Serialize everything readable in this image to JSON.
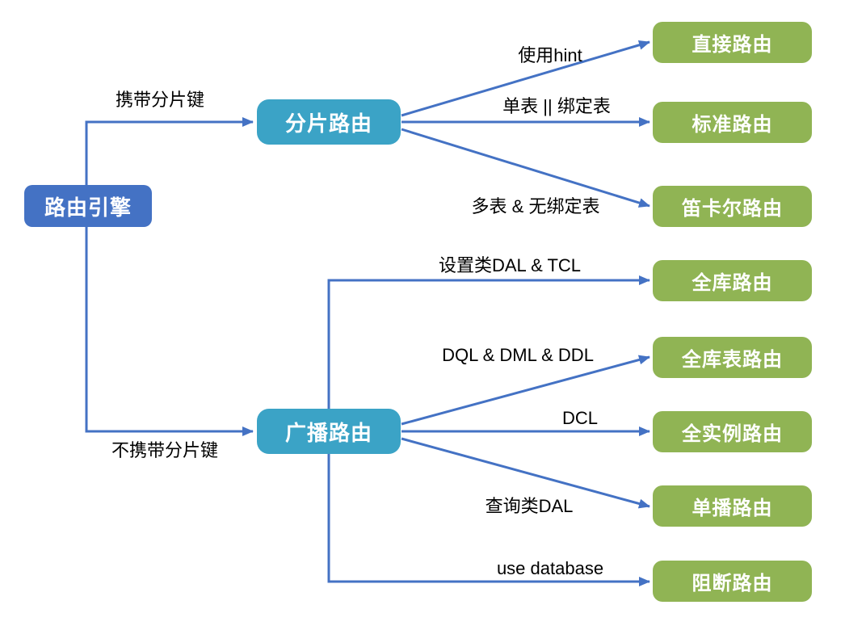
{
  "diagram": {
    "title": "routing-engine-decision-tree",
    "root": {
      "label": "路由引擎"
    },
    "branches": [
      {
        "id": "sharding",
        "label": "分片路由",
        "edge_label": "携带分片键"
      },
      {
        "id": "broadcast",
        "label": "广播路由",
        "edge_label": "不携带分片键"
      }
    ],
    "leaves": [
      {
        "parent": "sharding",
        "edge_label": "使用hint",
        "label": "直接路由"
      },
      {
        "parent": "sharding",
        "edge_label": "单表 || 绑定表",
        "label": "标准路由"
      },
      {
        "parent": "sharding",
        "edge_label": "多表 & 无绑定表",
        "label": "笛卡尔路由"
      },
      {
        "parent": "broadcast",
        "edge_label": "设置类DAL & TCL",
        "label": "全库路由"
      },
      {
        "parent": "broadcast",
        "edge_label": "DQL & DML & DDL",
        "label": "全库表路由"
      },
      {
        "parent": "broadcast",
        "edge_label": "DCL",
        "label": "全实例路由"
      },
      {
        "parent": "broadcast",
        "edge_label": "查询类DAL",
        "label": "单播路由"
      },
      {
        "parent": "broadcast",
        "edge_label": "use database",
        "label": "阻断路由"
      }
    ],
    "colors": {
      "root": "#4472C4",
      "branch": "#3BA3C6",
      "leaf": "#90B454",
      "arrow": "#4472C4",
      "edge_text": "#000000"
    }
  }
}
